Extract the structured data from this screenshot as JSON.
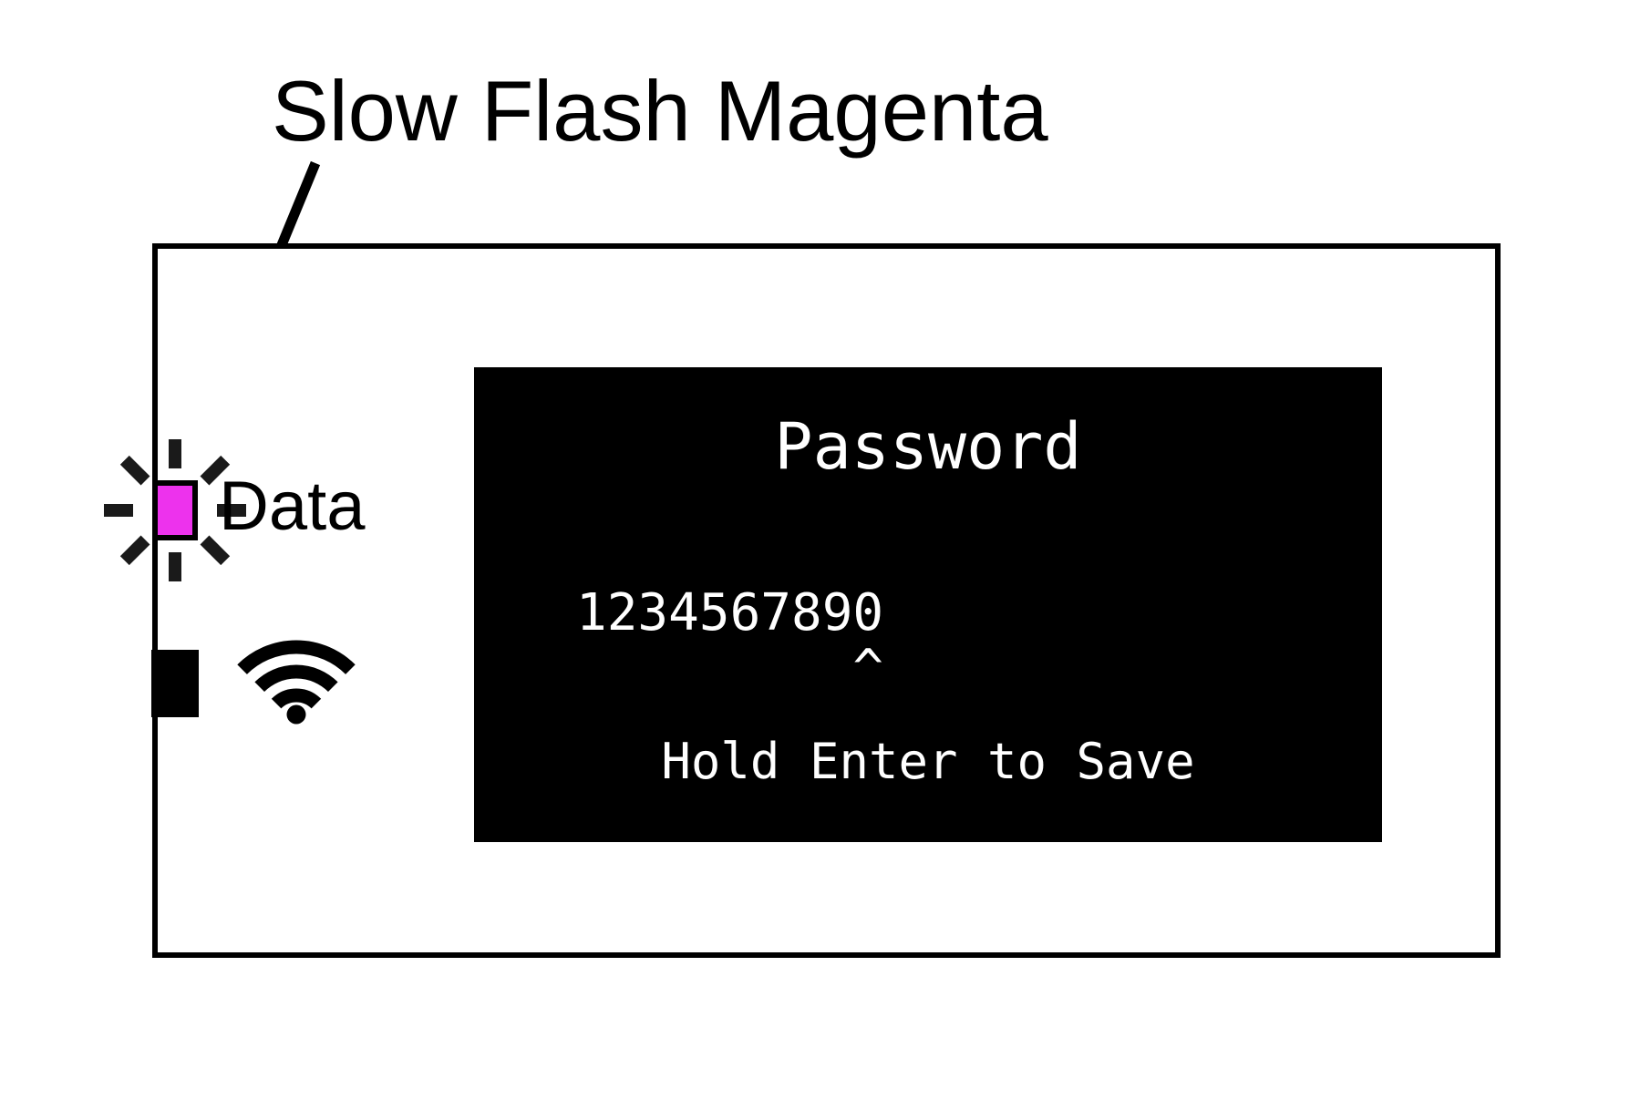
{
  "annotation": {
    "label": "Slow Flash Magenta"
  },
  "device": {
    "data_led": {
      "label": "Data",
      "color": "#ED32ED",
      "state": "slow flash"
    },
    "wifi_led": {
      "color": "#000000"
    },
    "icons": {
      "wifi": "wifi-icon",
      "flash_rays": "led-flash-rays-icon",
      "arrow": "annotation-arrow-icon"
    }
  },
  "screen": {
    "background": "#000000",
    "text_color": "#FFFFFF",
    "title": "Password",
    "value": "1234567890",
    "caret_line": "         ^",
    "footer": "Hold Enter to Save"
  }
}
